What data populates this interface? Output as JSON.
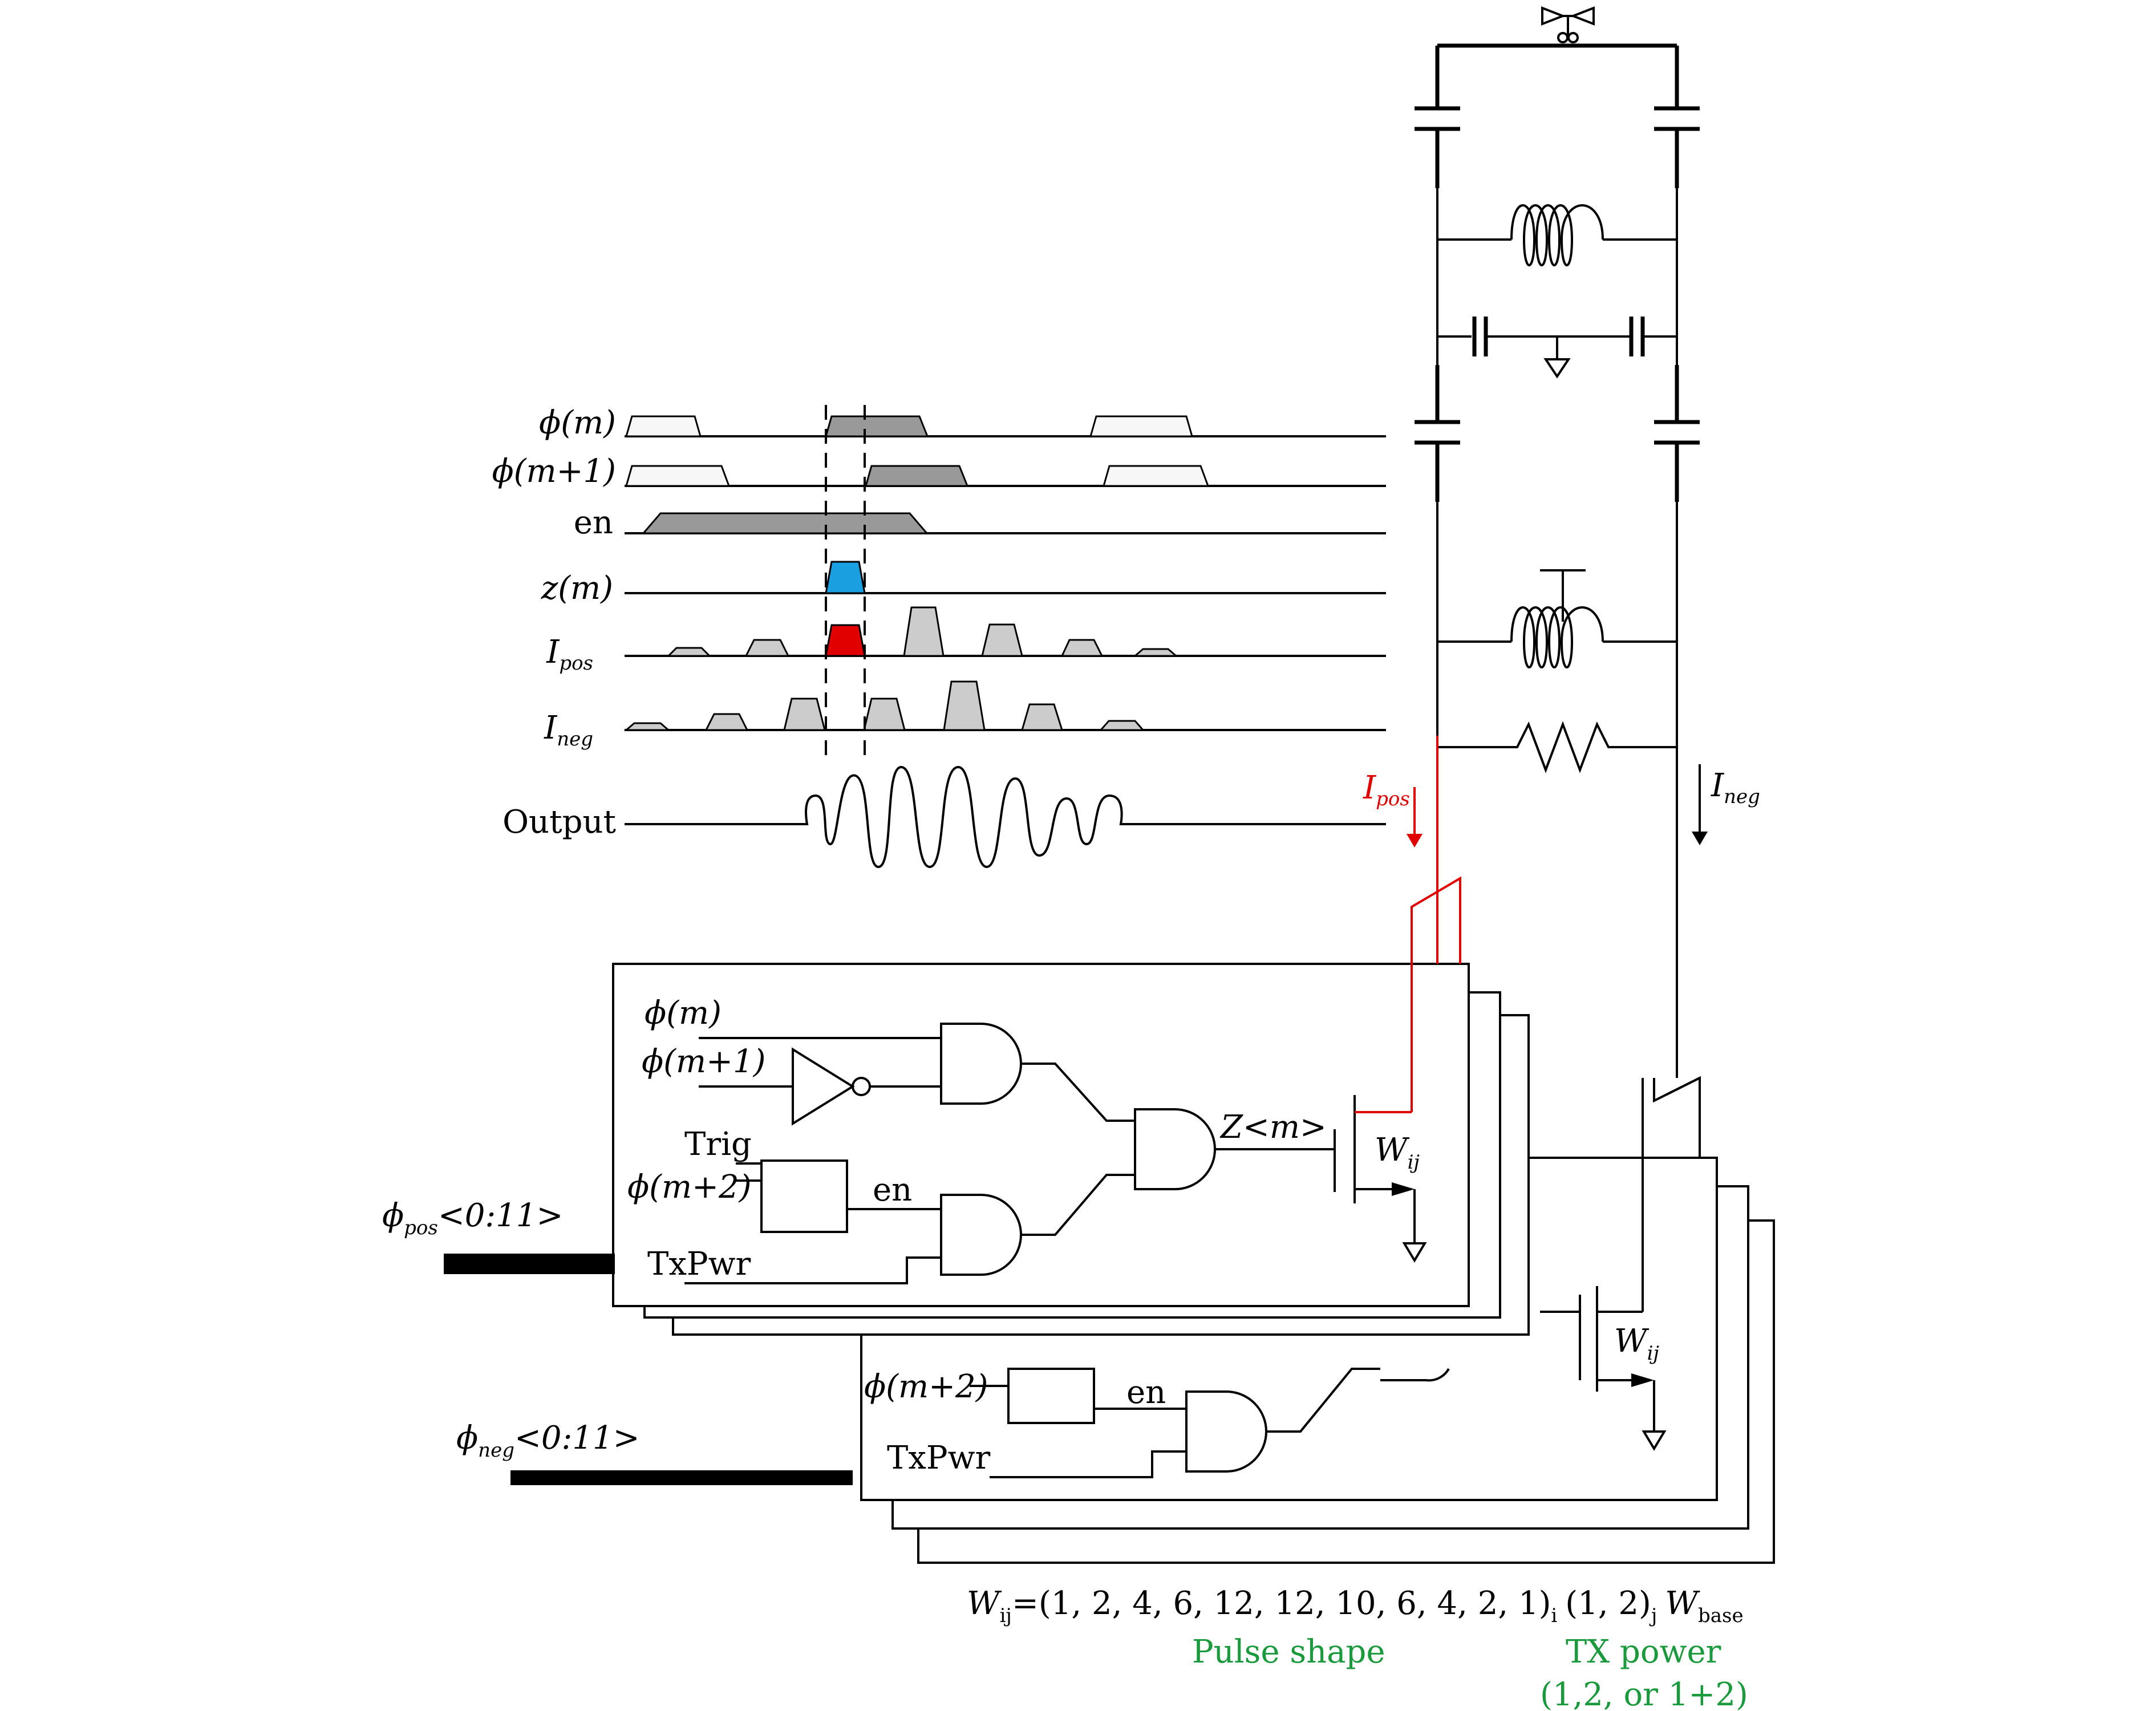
{
  "timing": {
    "signals": [
      {
        "id": "phi_m",
        "label": "ϕ(m)"
      },
      {
        "id": "phi_m1",
        "label": "ϕ(m+1)"
      },
      {
        "id": "en",
        "label": "en"
      },
      {
        "id": "z_m",
        "label": "z(m)"
      },
      {
        "id": "i_pos",
        "label": "I",
        "sub": "pos"
      },
      {
        "id": "i_neg",
        "label": "I",
        "sub": "neg"
      },
      {
        "id": "output",
        "label": "Output"
      }
    ],
    "colors": {
      "z_pulse": "#1aa0e0",
      "ipos_pulse": "#e00000",
      "gray_dark": "#999999",
      "gray_light": "#cccccc",
      "white_pulse": "#f7f7f7"
    }
  },
  "tank": {
    "ipos_label": "I",
    "ipos_sub": "pos",
    "ineg_label": "I",
    "ineg_sub": "neg",
    "antenna_icon": "antenna-icon"
  },
  "pos_board": {
    "in_phi_m": "ϕ(m)",
    "in_phi_m1": "ϕ(m+1)",
    "trig": "Trig",
    "in_phi_m2": "ϕ(m+2)",
    "en": "en",
    "txpwr": "TxPwr",
    "z_label": "Z<m>",
    "w_label": "W",
    "w_sub": "ij",
    "bus_label": "ϕ",
    "bus_sub": "pos",
    "bus_range": "<0:11>"
  },
  "neg_board": {
    "in_phi_m2": "ϕ(m+2)",
    "en": "en",
    "txpwr": "TxPwr",
    "w_label": "W",
    "w_sub": "ij",
    "bus_label": "ϕ",
    "bus_sub": "neg",
    "bus_range": "<0:11>"
  },
  "formula": {
    "w": "W",
    "w_sub": "ij",
    "seq": "=(1, 2, 4, 6, 12, 12, 10, 6, 4, 2, 1)",
    "seq_sub": "i",
    "pwr": "(1, 2)",
    "pwr_sub": "j",
    "wbase": "W",
    "wbase_sub": "base"
  },
  "notes": {
    "pulse_shape": "Pulse shape",
    "tx_power": "TX power",
    "tx_options": "(1,2, or 1+2)",
    "color": "#1a9a3c"
  }
}
